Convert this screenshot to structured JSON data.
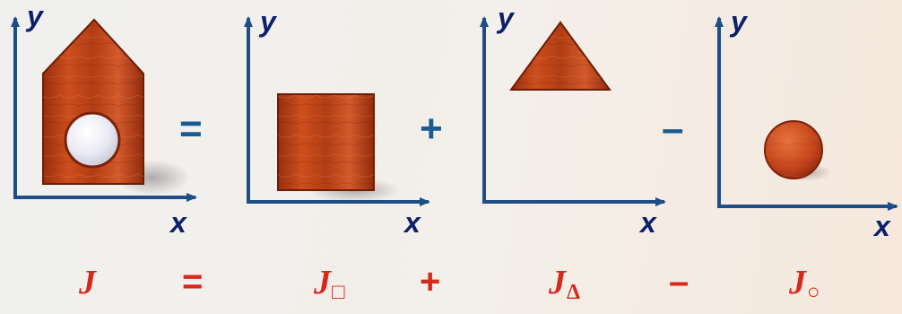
{
  "panels": [
    {
      "shape": "composite",
      "x_label": "x",
      "y_label": "y"
    },
    {
      "shape": "square",
      "x_label": "x",
      "y_label": "y"
    },
    {
      "shape": "triangle",
      "x_label": "x",
      "y_label": "y"
    },
    {
      "shape": "circle",
      "x_label": "x",
      "y_label": "y"
    }
  ],
  "diagram_operators": [
    "=",
    "+",
    "–"
  ],
  "equation": {
    "terms": [
      {
        "symbol": "J",
        "subscript": ""
      },
      {
        "symbol": "J",
        "subscript": "□"
      },
      {
        "symbol": "J",
        "subscript": "Δ"
      },
      {
        "symbol": "J",
        "subscript": "○"
      }
    ],
    "operators": [
      "=",
      "+",
      "–"
    ]
  },
  "colors": {
    "axis": "#1f4d86",
    "axis_label": "#0b1f6b",
    "operator_top": "#1a5c8f",
    "equation": "#d8271b",
    "wood_dark": "#8a2a0c",
    "wood_mid": "#c14418",
    "wood_light": "#e0763f",
    "hole": "#eeeef6"
  }
}
